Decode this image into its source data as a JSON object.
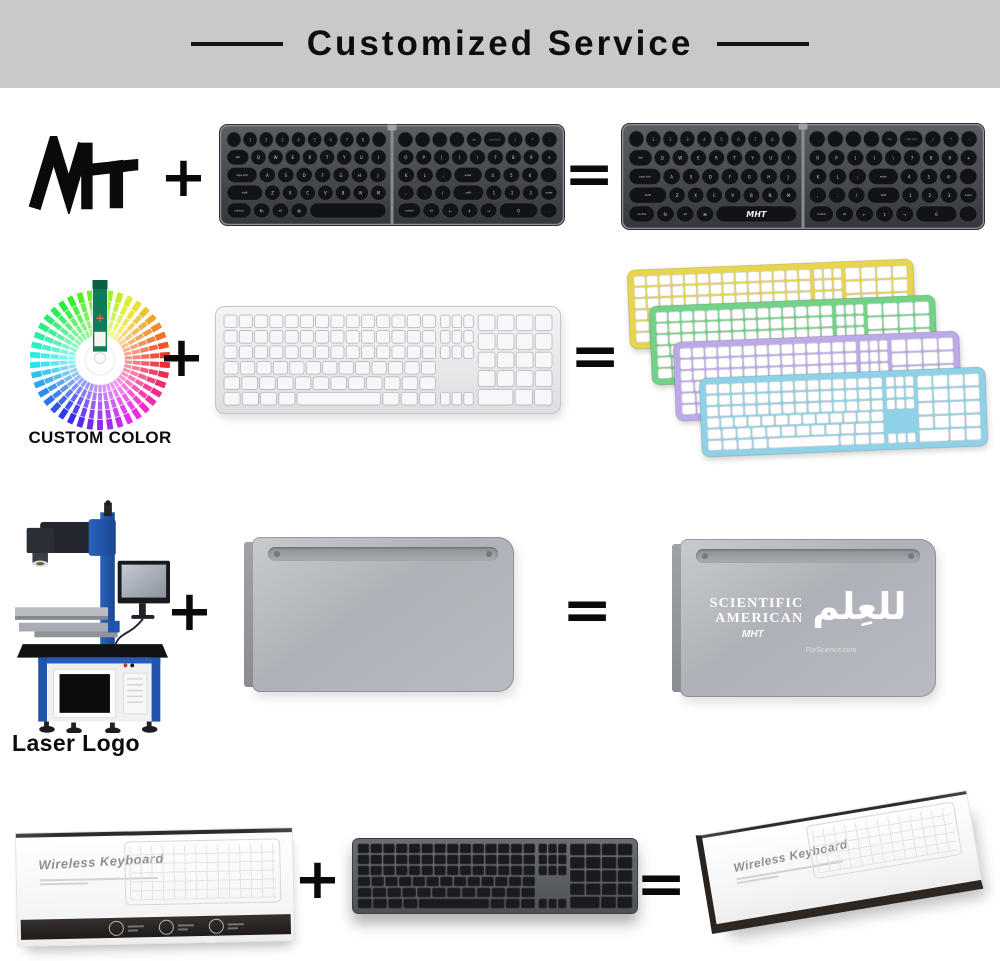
{
  "header": {
    "title": "Customized Service"
  },
  "ops": {
    "plus": "+",
    "equals": "="
  },
  "brand": {
    "name": "MHT"
  },
  "custom_color": {
    "label": "CUSTOM COLOR"
  },
  "laser": {
    "label": "Laser Logo"
  },
  "engraving": {
    "line1": "SCIENTIFIC",
    "line2": "AMERICAN",
    "arabic": "للعِلم",
    "brand": "MHT",
    "site": "ForScience.com"
  },
  "package": {
    "title": "Wireless Keyboard"
  },
  "keyboard_colors": [
    "#e7d44f",
    "#72d287",
    "#bcaae8",
    "#8fd2e7"
  ],
  "foldable": {
    "left_rows": [
      [
        "",
        "1",
        "2",
        "3",
        "4",
        "5",
        "6",
        "7",
        "8",
        ""
      ],
      [
        "tab",
        "Q",
        "W",
        "E",
        "R",
        "T",
        "Y",
        "U",
        "I"
      ],
      [
        "caps lock",
        "A",
        "S",
        "D",
        "F",
        "G",
        "H",
        "J"
      ],
      [
        "shift",
        "Z",
        "X",
        "C",
        "V",
        "B",
        "N",
        "M"
      ],
      [
        "control",
        "fn",
        "alt",
        "⌘",
        ""
      ]
    ],
    "right_rows": [
      [
        "",
        "",
        "",
        "",
        "del",
        "num lock",
        "/",
        "*",
        "-"
      ],
      [
        "O",
        "P",
        "[",
        "]",
        "\\",
        "7",
        "8",
        "9",
        "+"
      ],
      [
        "K",
        "L",
        ";",
        "enter",
        "4",
        "5",
        "6",
        ""
      ],
      [
        ",",
        ".",
        "/",
        "shift",
        "1",
        "2",
        "3",
        "enter"
      ],
      [
        "control",
        "alt",
        "←",
        "↕",
        "→",
        "0",
        "."
      ]
    ],
    "space_brand": "MHT"
  }
}
